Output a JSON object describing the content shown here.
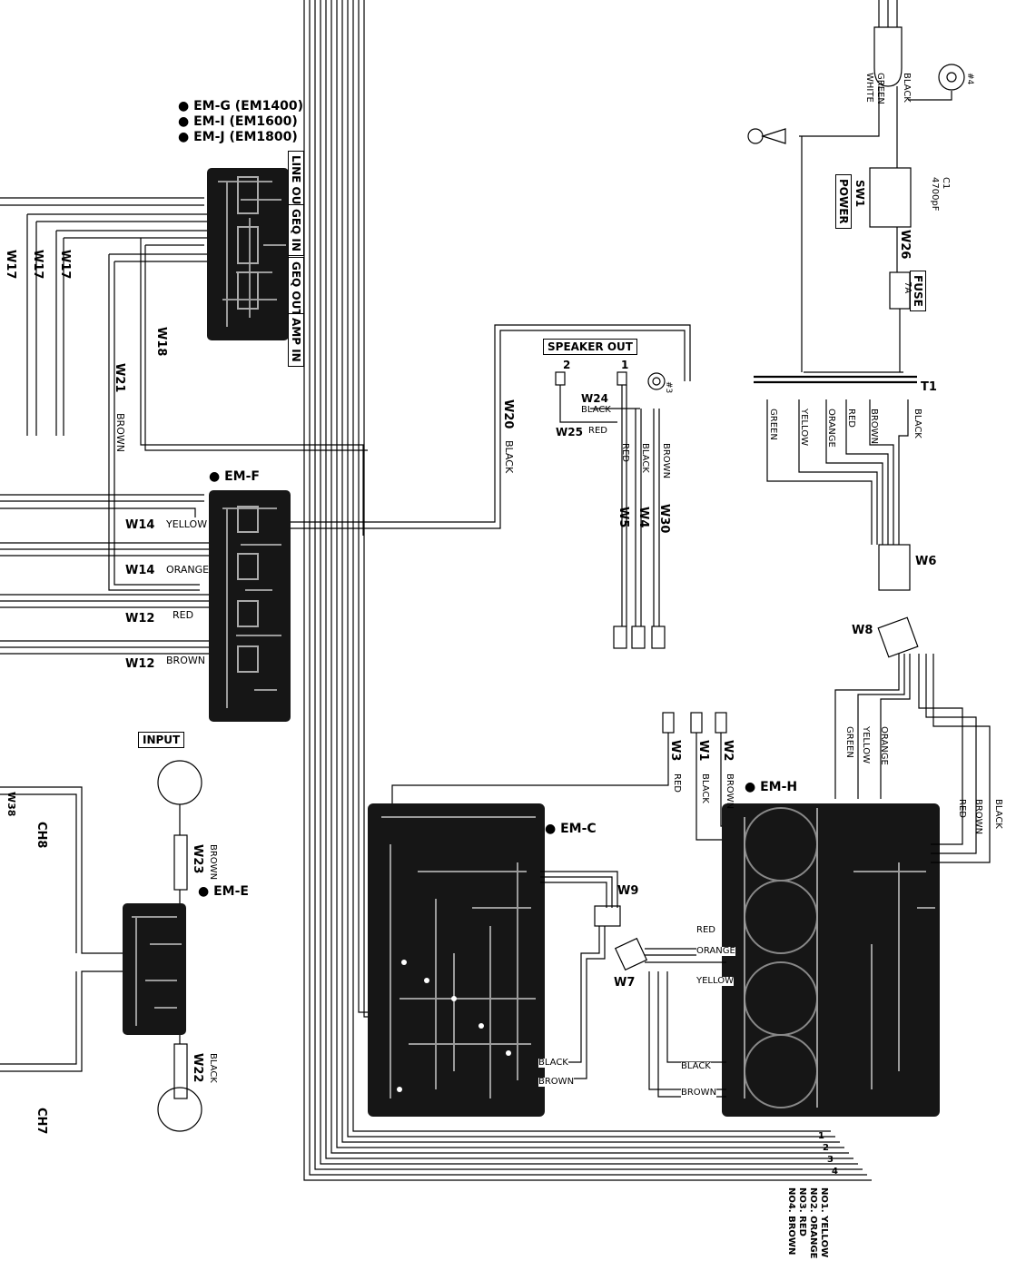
{
  "boards": {
    "em_g": "EM-G (EM1400)",
    "em_i": "EM-I (EM1600)",
    "em_j": "EM-J (EM1800)",
    "em_f": "EM-F",
    "em_e": "EM-E",
    "em_c": "EM-C",
    "em_h": "EM-H"
  },
  "em_g_jacks": [
    "LINE OUT",
    "GEQ IN",
    "GEQ OUT",
    "AMP IN"
  ],
  "boxes": {
    "speaker_out": "SPEAKER OUT",
    "input": "INPUT",
    "power": "POWER",
    "fuse": "FUSE"
  },
  "wires": {
    "w17": "W17",
    "w18": "W18",
    "w21": "W21",
    "w14": "W14",
    "w12": "W12",
    "w20": "W20",
    "w24": "W24",
    "w25": "W25",
    "w5": "W5",
    "w4": "W4",
    "w30": "W30",
    "w3": "W3",
    "w1": "W1",
    "w2": "W2",
    "w23": "W23",
    "w22": "W22",
    "w6": "W6",
    "w8": "W8",
    "w9": "W9",
    "w7": "W7",
    "w26": "W26",
    "w38": "W38"
  },
  "colors": {
    "brown": "BROWN",
    "black": "BLACK",
    "yellow": "YELLOW",
    "orange": "ORANGE",
    "red": "RED",
    "green": "GREEN",
    "white": "WHITE"
  },
  "components": {
    "sw1": "SW1",
    "c1": "C1",
    "c1_value": "4700pF",
    "fuse_rating": "7A",
    "t1": "T1",
    "p3": "#3",
    "p4": "#4",
    "ch8": "CH8",
    "ch7": "CH7",
    "speaker_1": "1",
    "speaker_2": "2"
  },
  "legend": [
    "NO1. YELLOW",
    "NO2. ORANGE",
    "NO3. RED",
    "NO4. BROWN"
  ],
  "bus_numbers": [
    "1",
    "2",
    "3",
    "4"
  ]
}
